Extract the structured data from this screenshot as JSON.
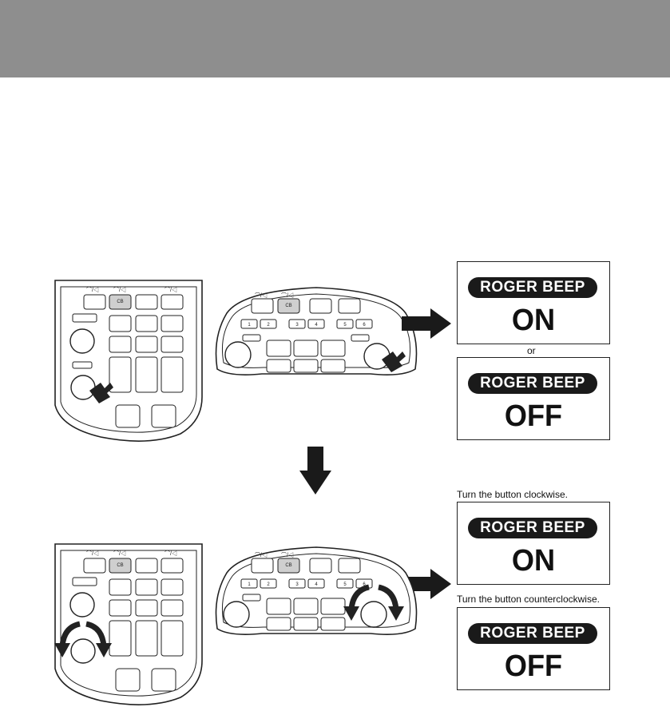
{
  "displays": [
    {
      "label": "ROGER BEEP",
      "state": "ON"
    },
    {
      "label": "ROGER BEEP",
      "state": "OFF"
    },
    {
      "label": "ROGER BEEP",
      "state": "ON"
    },
    {
      "label": "ROGER BEEP",
      "state": "OFF"
    }
  ],
  "separator": "or",
  "captions": {
    "clockwise": "Turn the button clockwise.",
    "counterclockwise": "Turn the button counterclockwise."
  },
  "panel": {
    "cb_label": "CB",
    "preset_numbers": [
      "1",
      "2",
      "3",
      "4",
      "5",
      "6"
    ],
    "icon_label": "headset-speaker-icon"
  },
  "colors": {
    "header_bar": "#8e8e8e",
    "lcd_pill": "#1a1a1a",
    "cb_button": "#cfcfcf"
  }
}
